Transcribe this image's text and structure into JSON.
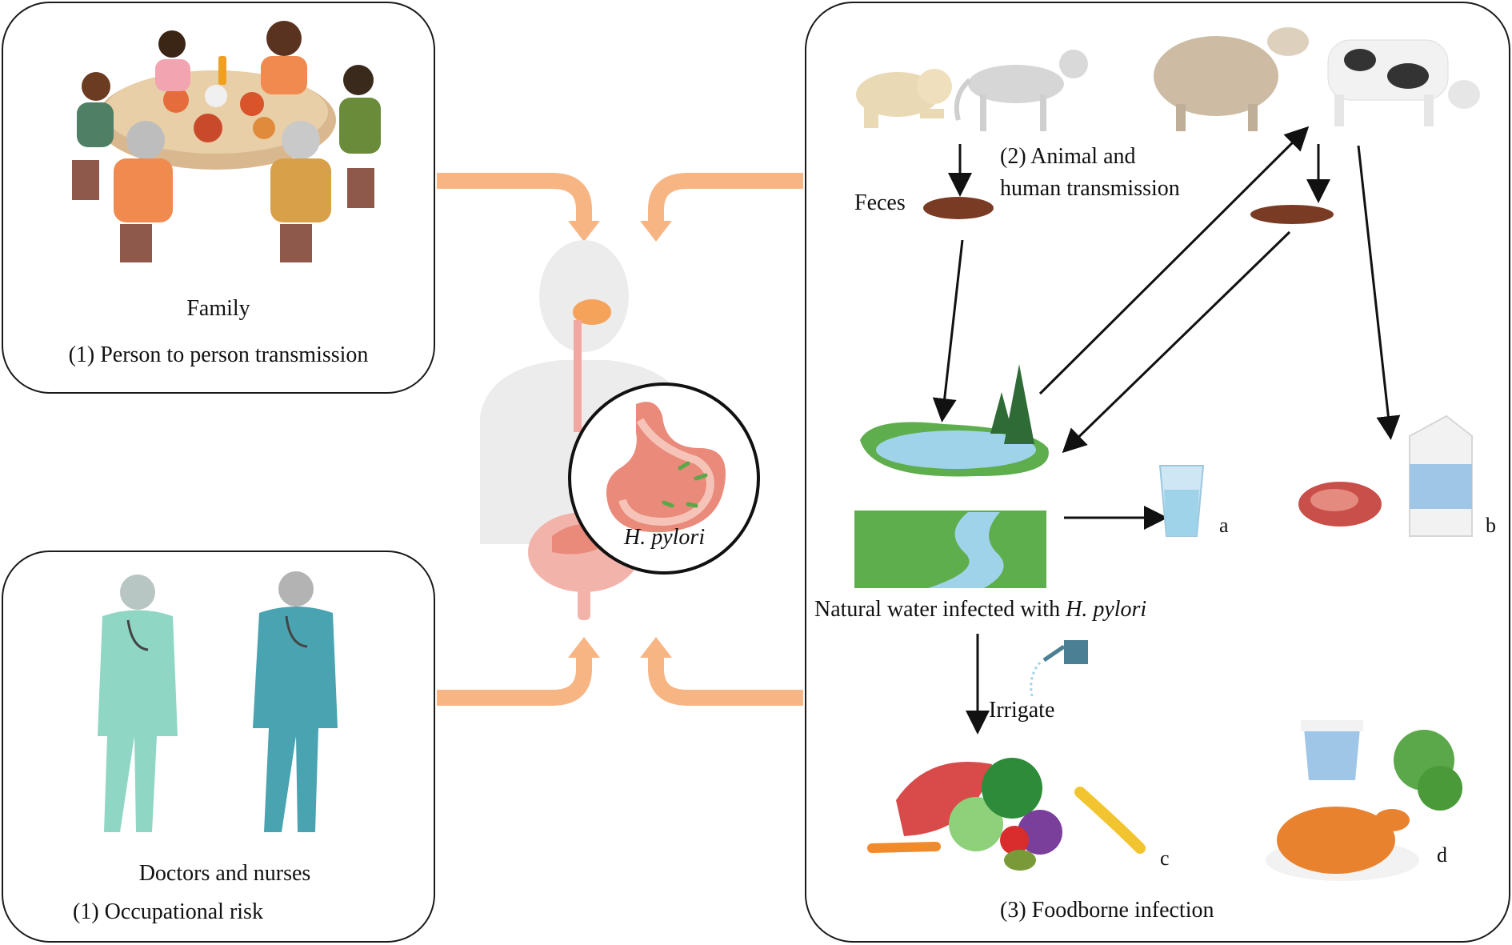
{
  "family_panel": {
    "caption": "Family",
    "route": "(1) Person to person transmission"
  },
  "occupational_panel": {
    "caption": "Doctors and nurses",
    "route": "(1) Occupational risk"
  },
  "center": {
    "pathogen": "H. pylori"
  },
  "environment_panel": {
    "animal_route_line1": "(2) Animal and",
    "animal_route_line2": "human transmission",
    "feces_label": "Feces",
    "water_caption_prefix": "Natural water infected with ",
    "water_caption_pathogen": "H. pylori",
    "irrigate_label": "Irrigate",
    "marker_a": "a",
    "marker_b": "b",
    "marker_c": "c",
    "marker_d": "d",
    "foodborne_route": "(3) Foodborne infection"
  },
  "colors": {
    "arrow_orange": "#f7b584",
    "panel_border": "#1a1a1a",
    "stomach": "#e98a7a",
    "water": "#9fd3ea",
    "grass": "#5fae4e"
  }
}
